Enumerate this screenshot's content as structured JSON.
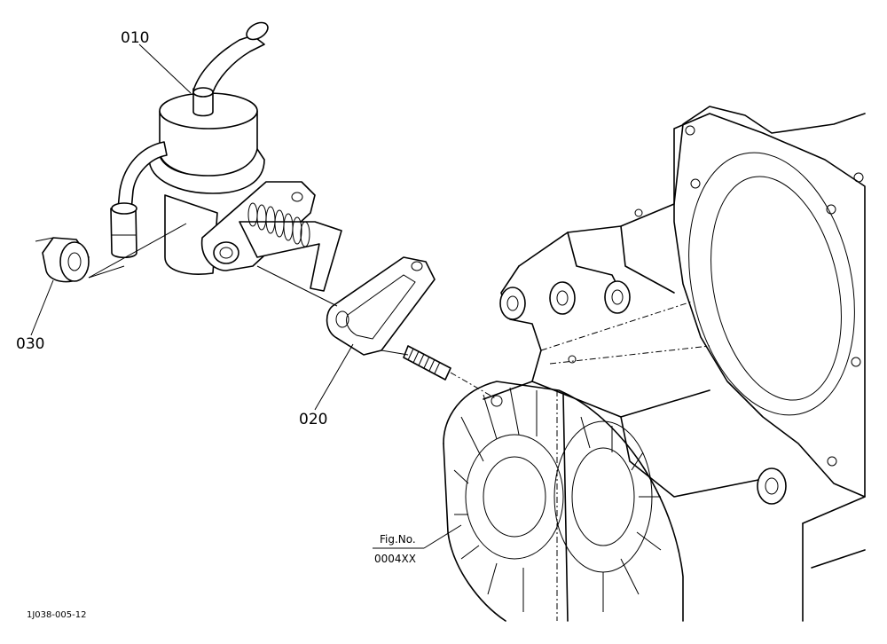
{
  "callouts": [
    {
      "id": "010",
      "label": "010"
    },
    {
      "id": "020",
      "label": "020"
    },
    {
      "id": "030",
      "label": "030"
    }
  ],
  "figure_ref": {
    "line1": "Fig.No.",
    "line2": "0004XX"
  },
  "drawing_code": "1J038-005-12"
}
